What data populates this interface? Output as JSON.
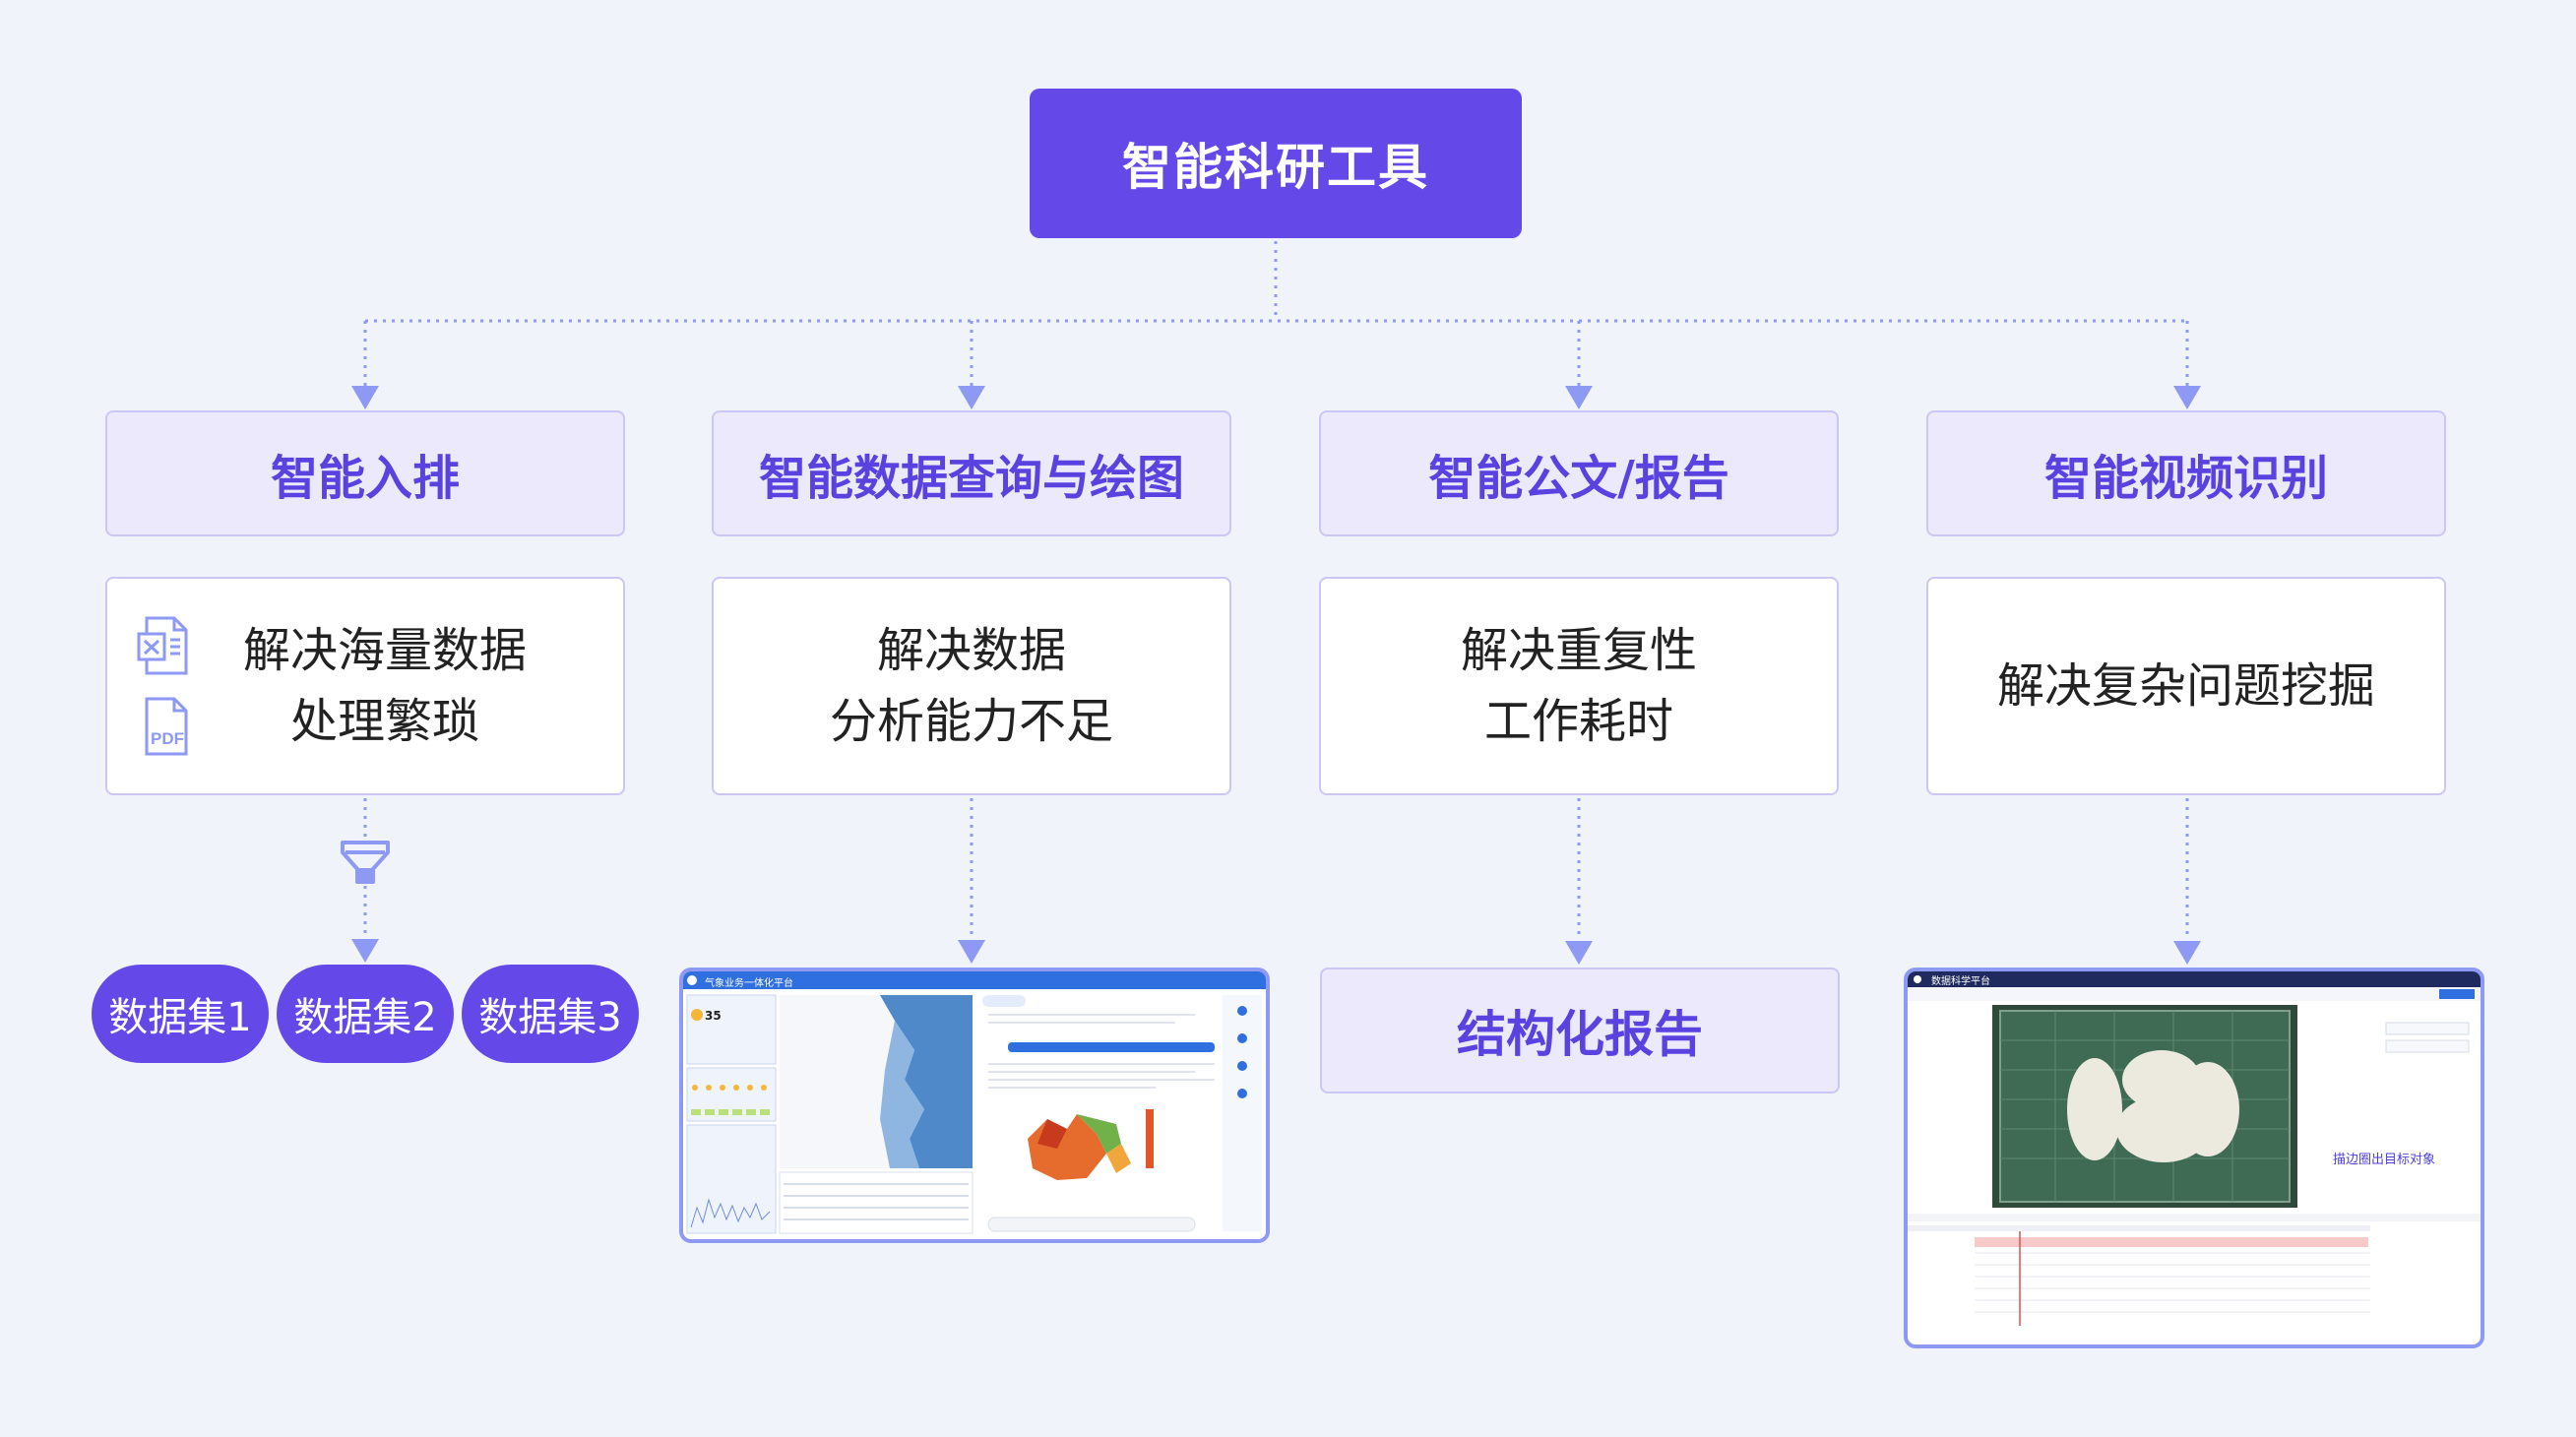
{
  "root": {
    "title": "智能科研工具"
  },
  "categories": [
    {
      "title": "智能入排",
      "desc": [
        "解决海量数据",
        "处理繁琐"
      ]
    },
    {
      "title": "智能数据查询与绘图",
      "desc": [
        "解决数据",
        "分析能力不足"
      ]
    },
    {
      "title": "智能公文/报告",
      "desc": [
        "解决重复性",
        "工作耗时"
      ]
    },
    {
      "title": "智能视频识别",
      "desc": [
        "解决复杂问题挖掘"
      ]
    }
  ],
  "datasets": [
    "数据集1",
    "数据集2",
    "数据集3"
  ],
  "report_output": "结构化报告",
  "screenshot_weather": {
    "title": "气象业务一体化平台"
  },
  "screenshot_video": {
    "title": "数据科学平台",
    "annotation": "描边圈出目标对象"
  },
  "icons": [
    "excel-file-icon",
    "pdf-file-icon",
    "funnel-icon"
  ],
  "colors": {
    "accent": "#6549e8",
    "connector": "#8d99f3",
    "category_bg": "#ebe9fb"
  }
}
